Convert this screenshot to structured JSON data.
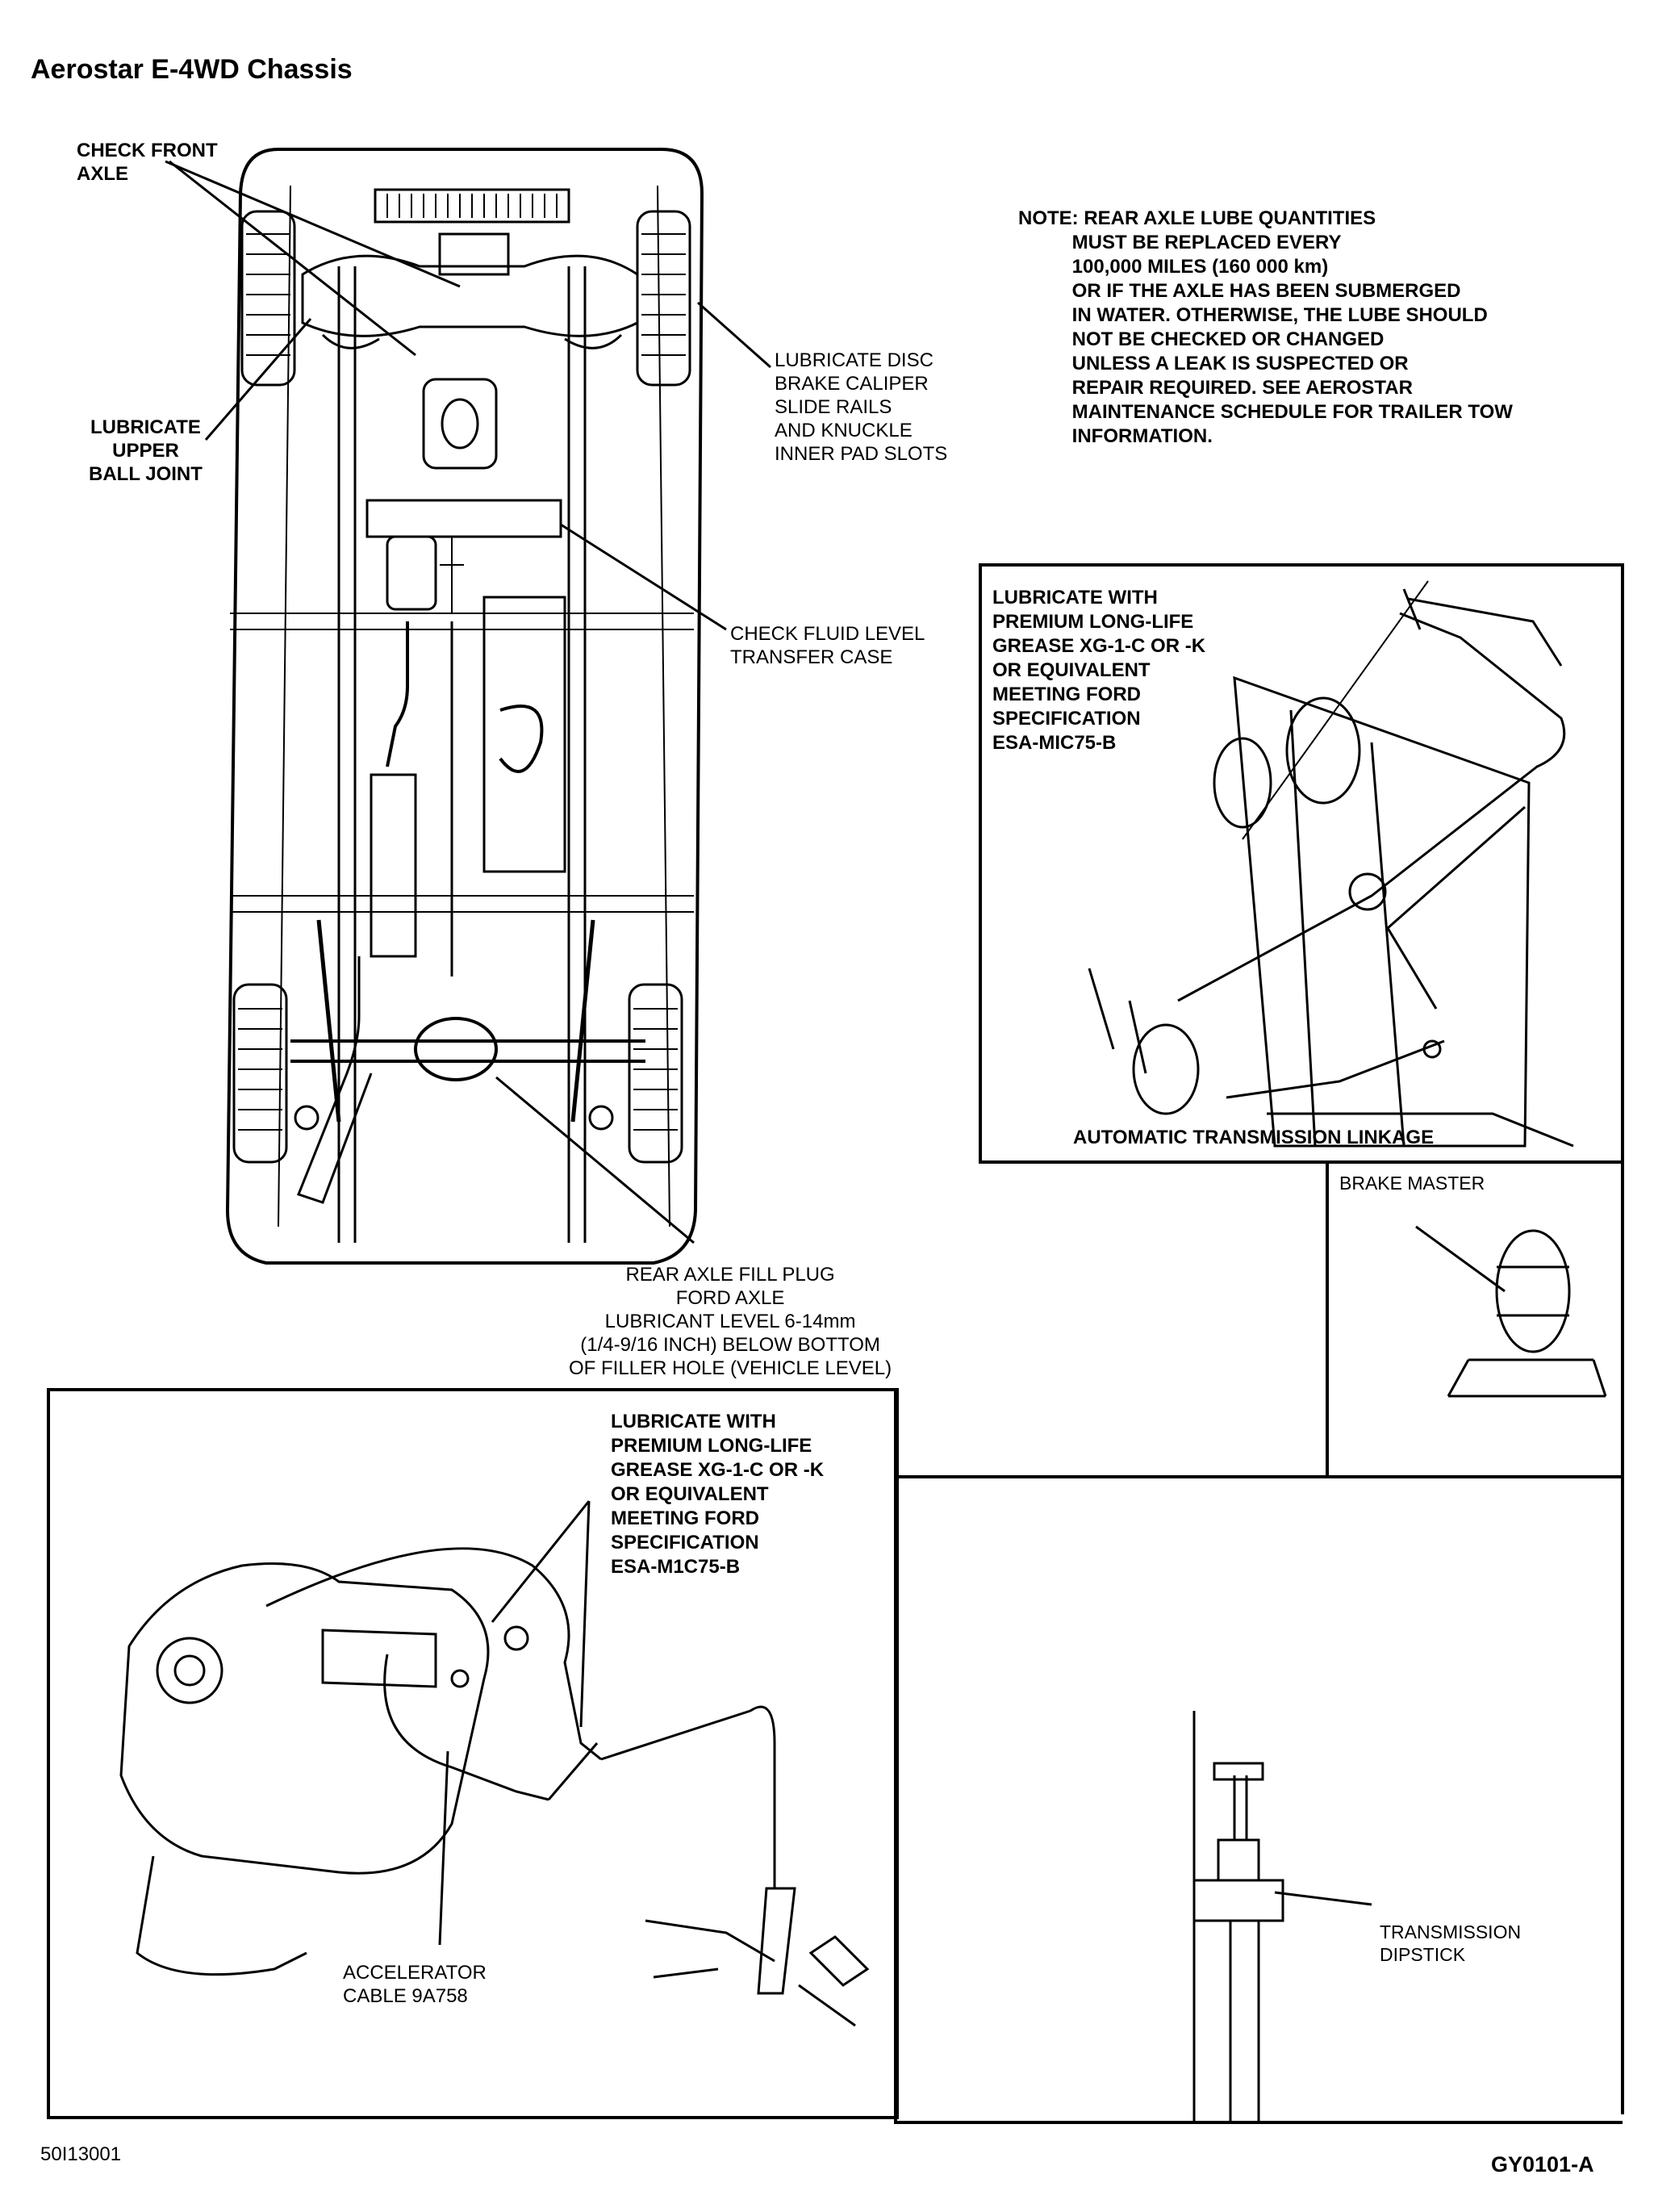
{
  "title": "Aerostar E-4WD Chassis",
  "labels": {
    "check_front_axle": "CHECK FRONT\nAXLE",
    "lubricate_upper_ball_joint": "LUBRICATE\nUPPER\nBALL JOINT",
    "lubricate_disc_brake": "LUBRICATE DISC\nBRAKE CALIPER\nSLIDE RAILS\nAND KNUCKLE\nINNER PAD SLOTS",
    "note": "NOTE: REAR AXLE LUBE QUANTITIES\n          MUST BE REPLACED EVERY\n          100,000 MILES (160 000 km)\n          OR IF THE AXLE HAS BEEN SUBMERGED\n          IN WATER. OTHERWISE, THE LUBE SHOULD\n          NOT BE CHECKED OR CHANGED\n          UNLESS A LEAK IS SUSPECTED OR\n          REPAIR REQUIRED. SEE AEROSTAR\n          MAINTENANCE SCHEDULE FOR TRAILER TOW\n          INFORMATION.",
    "check_fluid_level": "CHECK FLUID LEVEL\nTRANSFER CASE",
    "lubricate_with_top": "LUBRICATE WITH\nPREMIUM LONG-LIFE\nGREASE XG-1-C OR -K\nOR EQUIVALENT\nMEETING FORD\nSPECIFICATION\nESA-MIC75-B",
    "auto_trans_linkage": "AUTOMATIC TRANSMISSION LINKAGE",
    "brake_master": "BRAKE MASTER",
    "rear_axle_fill_plug": "REAR AXLE FILL PLUG\nFORD AXLE\nLUBRICANT LEVEL 6-14mm\n(1/4-9/16 INCH) BELOW BOTTOM\nOF FILLER HOLE (VEHICLE LEVEL)",
    "lubricate_with_bottom": "LUBRICATE WITH\nPREMIUM LONG-LIFE\nGREASE XG-1-C OR -K\nOR EQUIVALENT\nMEETING FORD\nSPECIFICATION\nESA-M1C75-B",
    "accelerator_cable": "ACCELERATOR\nCABLE 9A758",
    "transmission_dipstick": "TRANSMISSION\nDIPSTICK",
    "footer_left": "50I13001",
    "footer_right": "GY0101-A"
  }
}
